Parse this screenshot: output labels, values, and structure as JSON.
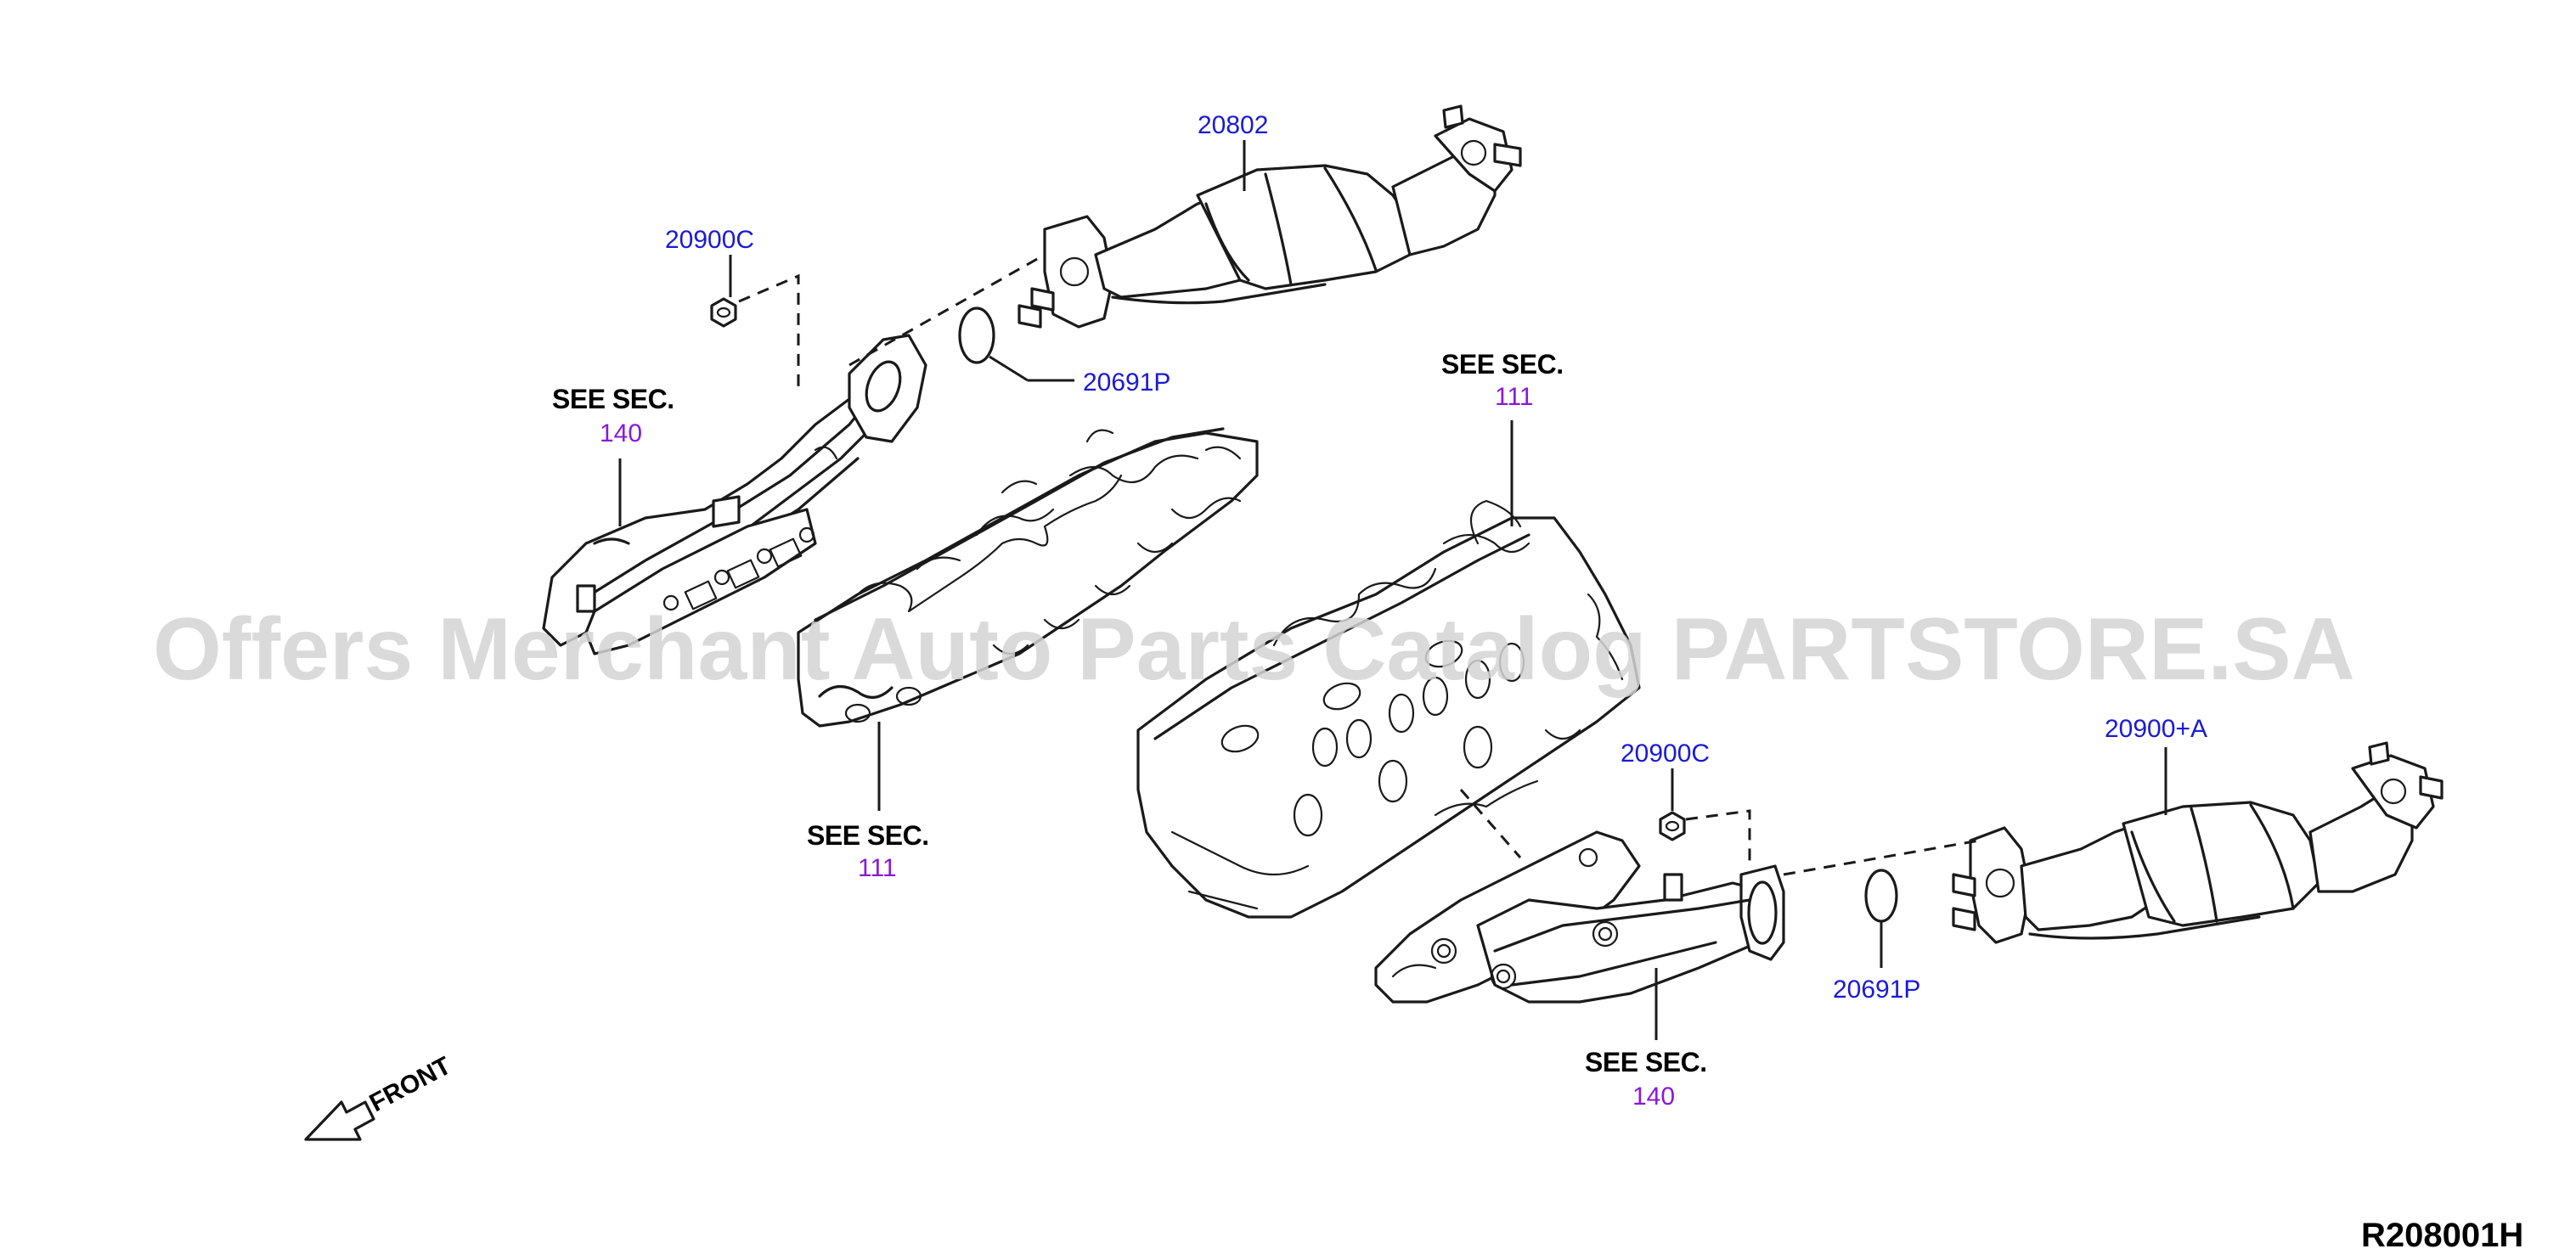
{
  "diagram": {
    "code": "R208001H",
    "front_label": "FRONT",
    "watermark": "Offers Merchant Auto Parts Catalog PARTSTORE.SA",
    "colors": {
      "part_number": "#1a1ad6",
      "section_number": "#8a18d8",
      "line": "#1a1a1a",
      "watermark": "#d4d4d4"
    }
  },
  "callouts": {
    "p20802": "20802",
    "p20900c_top": "20900C",
    "p20691p_top": "20691P",
    "p20900c_bottom": "20900C",
    "p20900a": "20900+A",
    "p20691p_bottom": "20691P"
  },
  "see_sections": {
    "left_140": {
      "label": "SEE SEC.",
      "number": "140"
    },
    "right_111": {
      "label": "SEE SEC.",
      "number": "111"
    },
    "left_111": {
      "label": "SEE SEC.",
      "number": "111"
    },
    "bottom_140": {
      "label": "SEE SEC.",
      "number": "140"
    }
  }
}
